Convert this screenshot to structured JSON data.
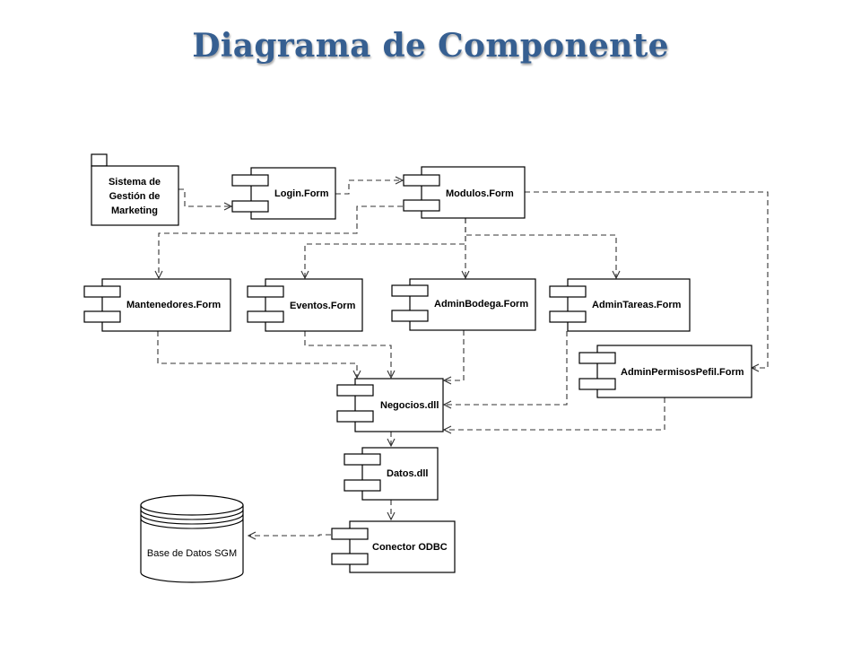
{
  "title": "Diagrama de Componente",
  "colors": {
    "title": "#365f91",
    "line": "#333333"
  },
  "package": {
    "label_lines": [
      "Sistema de",
      "Gestión de",
      "Marketing"
    ]
  },
  "components": {
    "login": "Login.Form",
    "modulos": "Modulos.Form",
    "mantenedores": "Mantenedores.Form",
    "eventos": "Eventos.Form",
    "adminbodega": "AdminBodega.Form",
    "admintareas": "AdminTareas.Form",
    "adminpermisos": "AdminPermisosPefil.Form",
    "negocios": "Negocios.dll",
    "datos": "Datos.dll",
    "conector": "Conector ODBC"
  },
  "database": {
    "label": "Base de Datos SGM"
  }
}
